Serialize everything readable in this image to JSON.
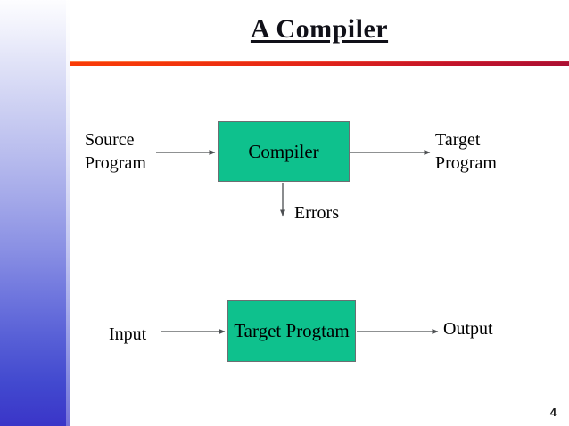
{
  "slide": {
    "title": "A Compiler",
    "page_number": "4",
    "accent_rule_color_left": "#f93b07",
    "accent_rule_color_right": "#ab0f33",
    "sidebar_color_top": "#fdfdff",
    "sidebar_color_bottom": "#3a35c8",
    "box_fill_color": "#0ec18d",
    "box_border_color": "#6b6f72",
    "text_color": "#000000",
    "background_color": "#ffffff"
  },
  "diagram": {
    "compilation_stage": {
      "input_label": "Source\nProgram",
      "process_label": "Compiler",
      "output_label": "Target\nProgram",
      "side_output_label": "Errors"
    },
    "execution_stage": {
      "input_label": "Input",
      "process_label": "Target Progtam",
      "output_label": "Output"
    }
  }
}
